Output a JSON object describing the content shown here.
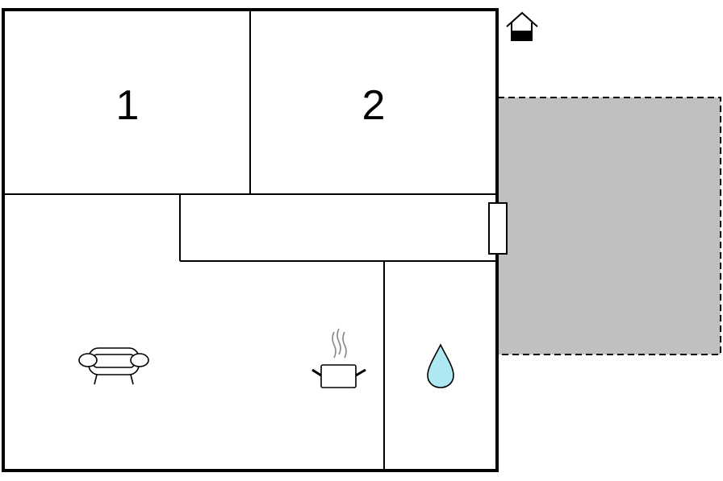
{
  "rooms": [
    {
      "id": "bedroom-1",
      "label": "1"
    },
    {
      "id": "bedroom-2",
      "label": "2"
    }
  ],
  "icons": {
    "entrance": "house-entrance-icon",
    "living": "sofa-icon",
    "kitchen": "cooking-pot-icon",
    "bathroom": "water-drop-icon"
  },
  "colors": {
    "walls": "#000000",
    "terrace_fill": "#c0c0c0",
    "water": "#aee8f2"
  }
}
